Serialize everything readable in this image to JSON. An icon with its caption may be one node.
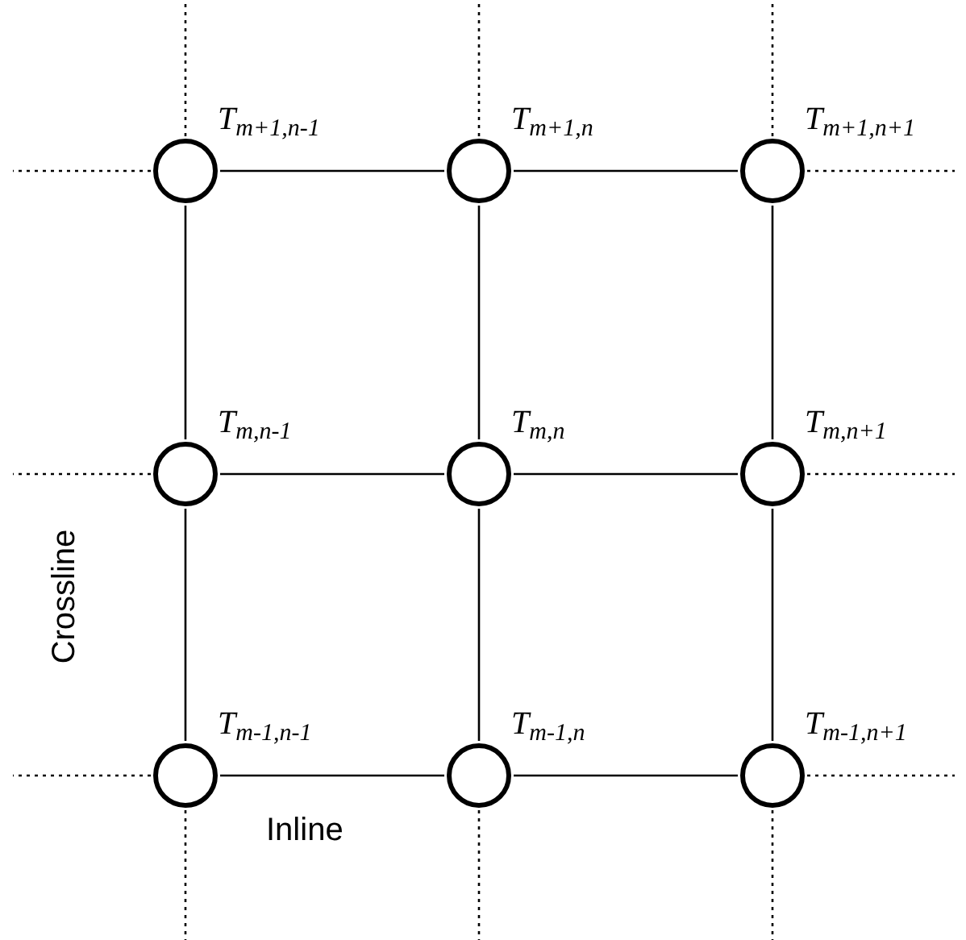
{
  "diagram": {
    "nodes": [
      {
        "text": [],
        "shape": "circle",
        "beside": [
          "T$_{m+1,n-1}$"
        ]
      },
      {
        "text": [],
        "shape": "circle",
        "beside": [
          "T$_{m+1,n}$"
        ]
      },
      {
        "text": [],
        "shape": "circle",
        "beside": [
          "T$_{m+1,n+1}$"
        ]
      },
      {
        "text": [],
        "shape": "circle",
        "beside": [
          "T$_{m,n-1}$"
        ]
      },
      {
        "text": [],
        "shape": "circle",
        "beside": [
          "T$_{m,n}$"
        ]
      },
      {
        "text": [],
        "shape": "circle",
        "beside": [
          "T$_{m,n+1}$"
        ]
      },
      {
        "text": [],
        "shape": "circle",
        "beside": [
          "T$_{m-1,n-1}$"
        ]
      },
      {
        "text": [],
        "shape": "circle",
        "beside": [
          "T$_{m-1,n}$"
        ]
      },
      {
        "text": [],
        "shape": "circle",
        "beside": [
          "T$_{m-1,n+1}$"
        ]
      }
    ],
    "edges": [
      {
        "from": 0,
        "to": 1,
        "arrow": "none"
      },
      {
        "from": 1,
        "to": 2,
        "arrow": "none"
      },
      {
        "from": 3,
        "to": 4,
        "arrow": "none"
      },
      {
        "from": 4,
        "to": 5,
        "arrow": "none"
      },
      {
        "from": 6,
        "to": 7,
        "arrow": "none"
      },
      {
        "from": 7,
        "to": 8,
        "arrow": "none"
      },
      {
        "from": 0,
        "to": 3,
        "arrow": "none"
      },
      {
        "from": 3,
        "to": 6,
        "arrow": "none"
      },
      {
        "from": 1,
        "to": 4,
        "arrow": "none"
      },
      {
        "from": 4,
        "to": 7,
        "arrow": "none"
      },
      {
        "from": 2,
        "to": 5,
        "arrow": "none"
      },
      {
        "from": 5,
        "to": 8,
        "arrow": "none"
      },
      {
        "from": 0,
        "to": null,
        "arrow": "none",
        "style": "dashed"
      },
      {
        "from": 1,
        "to": null,
        "arrow": "none",
        "style": "dashed"
      },
      {
        "from": 2,
        "to": null,
        "arrow": "none",
        "style": "dashed"
      },
      {
        "from": 0,
        "to": null,
        "arrow": "none",
        "style": "dashed"
      },
      {
        "from": 3,
        "to": null,
        "arrow": "none",
        "style": "dashed"
      },
      {
        "from": 6,
        "to": null,
        "arrow": "none",
        "style": "dashed"
      },
      {
        "from": 2,
        "to": null,
        "arrow": "none",
        "style": "dashed"
      },
      {
        "from": 5,
        "to": null,
        "arrow": "none",
        "style": "dashed"
      },
      {
        "from": 8,
        "to": null,
        "arrow": "none",
        "style": "dashed"
      },
      {
        "from": 6,
        "to": null,
        "arrow": "none",
        "style": "dashed"
      },
      {
        "from": 7,
        "to": null,
        "arrow": "none",
        "style": "dashed"
      },
      {
        "from": 8,
        "to": null,
        "arrow": "none",
        "style": "dashed"
      }
    ],
    "labels": [
      "Crossline",
      "Inline"
    ]
  }
}
